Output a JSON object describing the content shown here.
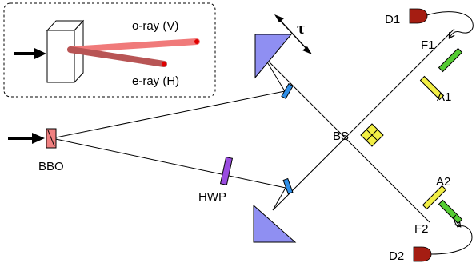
{
  "inset": {
    "o_ray_label": "o-ray (V)",
    "e_ray_label": "e-ray (H)"
  },
  "labels": {
    "tau": "τ",
    "bbo": "BBO",
    "hwp": "HWP",
    "bs": "BS",
    "f1": "F1",
    "a1": "A1",
    "d1": "D1",
    "f2": "F2",
    "a2": "A2",
    "d2": "D2"
  },
  "colors": {
    "prism": "#8f8ff2",
    "mirror": "#2f8fe8",
    "bbo_crystal": "#f08080",
    "hwp_plate": "#9a4ce0",
    "beamsplitter": "#f2ef45",
    "polarizer": "#f2ef45",
    "filter": "#55cc33",
    "detector": "#a51d12",
    "o_ray": "#f07a7a",
    "e_ray": "#b85555"
  },
  "icons": {
    "input_arrow": "arrow-right-icon",
    "inset_input_arrow": "arrow-right-icon"
  }
}
